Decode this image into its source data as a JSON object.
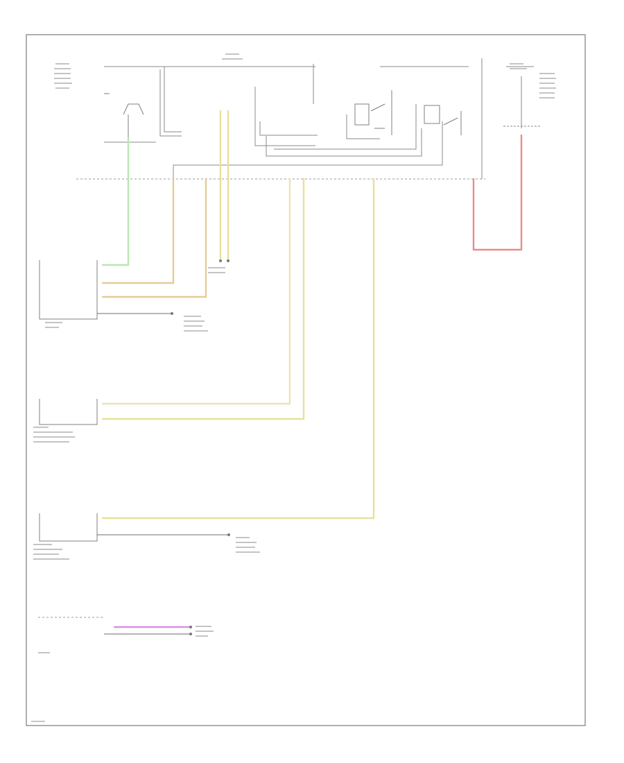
{
  "footer": {
    "code": ""
  },
  "colors": {
    "green_wire": "#b7e8b0",
    "tan_wire": "#e4cc97",
    "yellow_wire": "#e8e09a",
    "red_wire": "#ee8a8a",
    "magenta_wire": "#d98fe6",
    "line_gray": "#8a8a8a",
    "background": "#ffffff"
  },
  "icons": [
    "ground-symbol",
    "splice-dot",
    "connector-pin"
  ]
}
